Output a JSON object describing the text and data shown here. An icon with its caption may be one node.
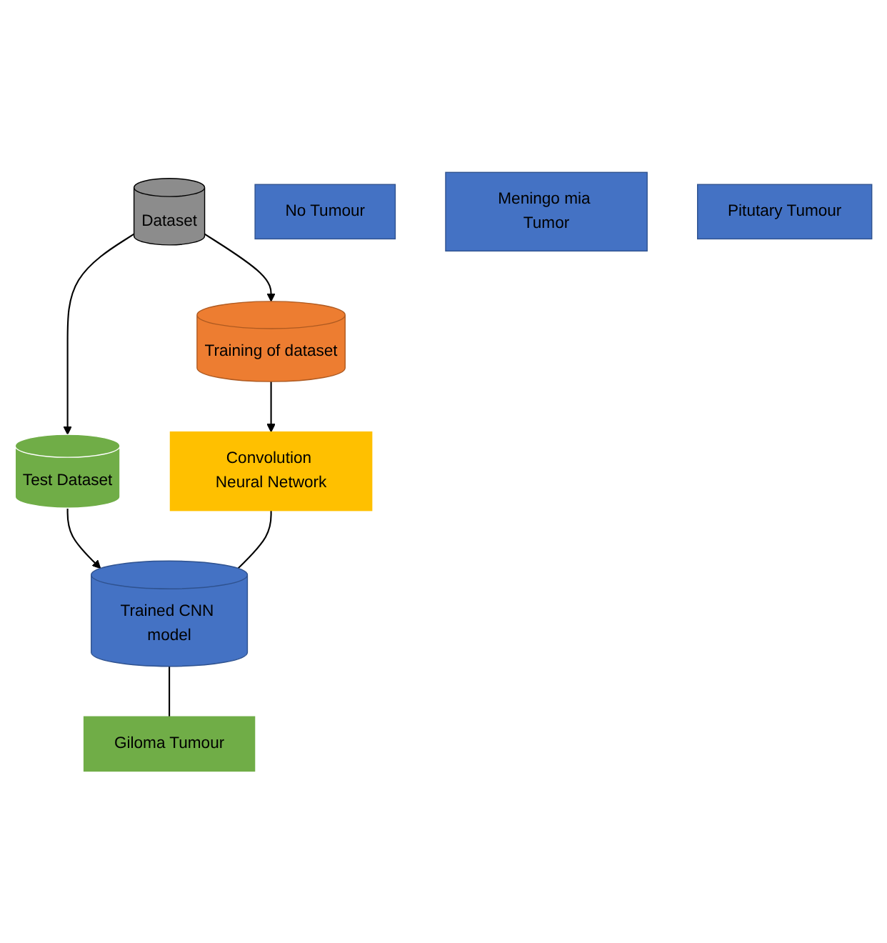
{
  "diagram": {
    "nodes": [
      {
        "text": [
          "Dataset"
        ]
      },
      {
        "text": [
          "Test Dataset"
        ]
      },
      {
        "text": [
          "No Tumour"
        ]
      },
      {
        "text": [
          "Giloma Tumour"
        ]
      },
      {
        "text": [
          "Training of dataset"
        ]
      },
      {
        "text": [
          "Trained CNN model"
        ]
      },
      {
        "text": [
          "Meningo mia Tumor"
        ]
      },
      {
        "text": [
          "Pitutary Tumour"
        ]
      },
      {
        "text": [
          "Convolution Neural Network"
        ]
      }
    ],
    "edges": [
      {
        "from": 0,
        "to": 1,
        "arrow": "to"
      },
      {
        "from": 0,
        "to": 4,
        "arrow": "to"
      },
      {
        "from": 1,
        "to": 5,
        "arrow": "to"
      },
      {
        "from": 4,
        "to": 8,
        "arrow": "to"
      },
      {
        "from": 8,
        "to": 5,
        "arrow": "none"
      },
      {
        "from": 5,
        "to": 3,
        "arrow": "none"
      }
    ]
  }
}
